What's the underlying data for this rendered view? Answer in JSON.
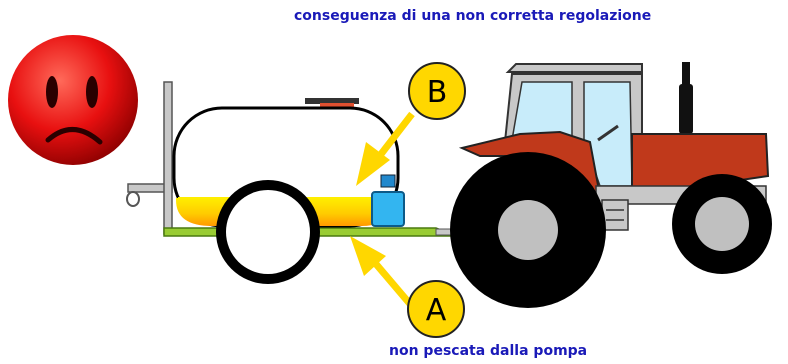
{
  "captions": {
    "top": "conseguenza di una non corretta regolazione",
    "bottom": "non pescata dalla pompa"
  },
  "labels": {
    "a": "A",
    "b": "B"
  },
  "colors": {
    "caption_text": "#1a1ab8",
    "face": "#e81010",
    "marker_fill": "#ffd700",
    "arrow": "#ffd700",
    "liquid_top": "#ffee00",
    "liquid_bottom": "#ff9900",
    "trailer_frame": "#99cc33",
    "pump": "#33b5f0",
    "tractor_body": "#c0391b",
    "tractor_cab": "#c8c8c8",
    "cab_glass": "#c8ecfa",
    "tyre": "#000000",
    "hub": "#c0c0c0"
  },
  "icons": {
    "face": "sad-face-icon",
    "arrow": "arrow-icon"
  }
}
